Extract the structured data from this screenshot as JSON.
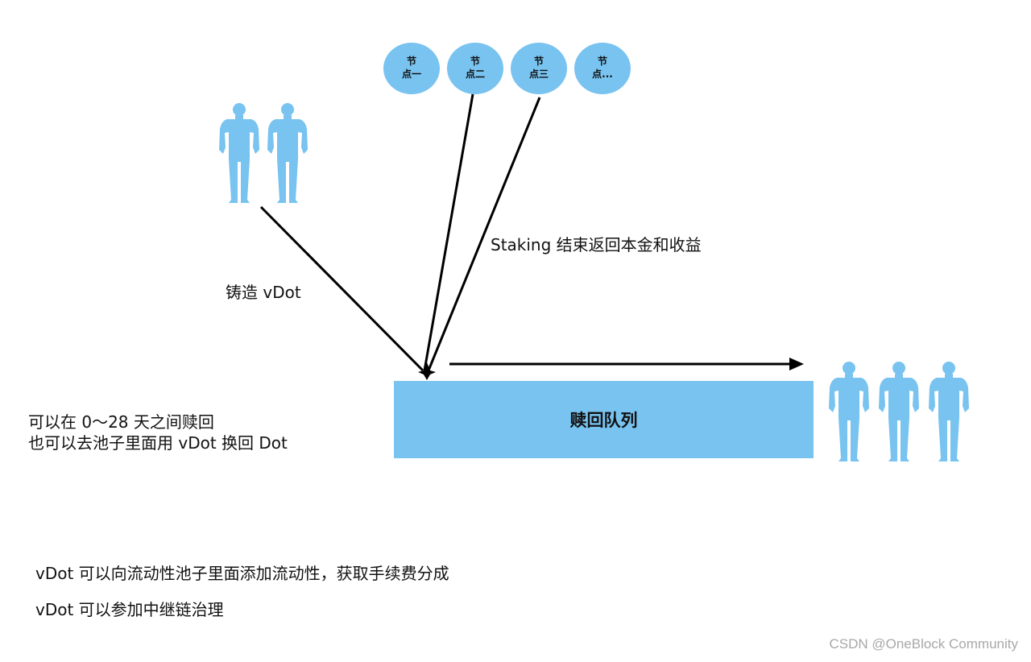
{
  "colors": {
    "accent": "#78C3F0",
    "arrow": "#000000",
    "watermark": "#A8A8A8"
  },
  "nodes": [
    {
      "line1": "节",
      "line2": "点一"
    },
    {
      "line1": "节",
      "line2": "点二"
    },
    {
      "line1": "节",
      "line2": "点三"
    },
    {
      "line1": "节",
      "line2": "点..."
    }
  ],
  "labels": {
    "mint": "铸造 vDot",
    "staking_return": "Staking 结束返回本金和收益",
    "queue": "赎回队列",
    "redeem_line1": "可以在 0～28 天之间赎回",
    "redeem_line2": "也可以去池子里面用 vDot 换回 Dot",
    "note1": "vDot 可以向流动性池子里面添加流动性，获取手续费分成",
    "note2": "vDot 可以参加中继链治理"
  },
  "icons": {
    "person": "person-icon",
    "node": "node-circle-icon"
  },
  "watermark": "CSDN @OneBlock Community"
}
